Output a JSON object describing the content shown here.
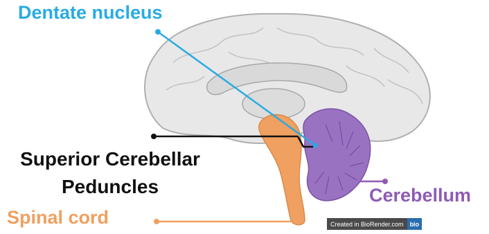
{
  "labels": {
    "dentate": "Dentate nucleus",
    "scp_line1": "Superior Cerebellar",
    "scp_line2": "Peduncles",
    "cerebellum": "Cerebellum",
    "spinal": "Spinal cord"
  },
  "watermark": {
    "text": "Created in BioRender.com",
    "badge": "bio"
  },
  "colors": {
    "dentate": "#29abe2",
    "scp": "#111111",
    "cerebellum": "#8e5bb5",
    "spinal": "#f0a060",
    "brain_fill": "#e8e8e8",
    "brain_outline": "#b0b0b0"
  }
}
